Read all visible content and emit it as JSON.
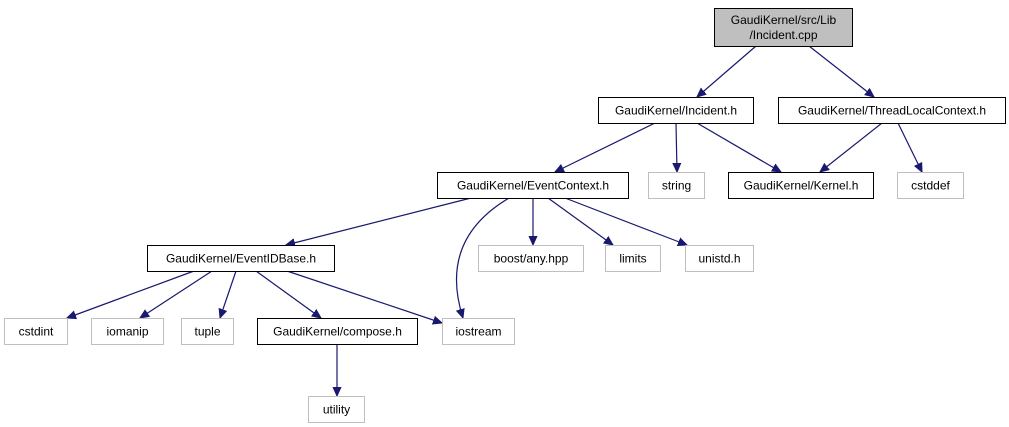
{
  "colors": {
    "edge": "#191970",
    "root_fill": "#bfbfbf",
    "root_stroke": "#000000",
    "documented_stroke": "#000000",
    "external_stroke": "#bfbfbf",
    "node_fill": "#ffffff"
  },
  "nodes": {
    "incident_cpp": {
      "lines": [
        "GaudiKernel/src/Lib",
        "/Incident.cpp"
      ],
      "kind": "root"
    },
    "incident_h": {
      "lines": [
        "GaudiKernel/Incident.h"
      ],
      "kind": "documented"
    },
    "threadlocal_h": {
      "lines": [
        "GaudiKernel/ThreadLocalContext.h"
      ],
      "kind": "documented"
    },
    "eventcontext_h": {
      "lines": [
        "GaudiKernel/EventContext.h"
      ],
      "kind": "documented"
    },
    "string": {
      "lines": [
        "string"
      ],
      "kind": "external"
    },
    "kernel_h": {
      "lines": [
        "GaudiKernel/Kernel.h"
      ],
      "kind": "documented"
    },
    "cstddef": {
      "lines": [
        "cstddef"
      ],
      "kind": "external"
    },
    "eventidbase_h": {
      "lines": [
        "GaudiKernel/EventIDBase.h"
      ],
      "kind": "documented"
    },
    "boost_any": {
      "lines": [
        "boost/any.hpp"
      ],
      "kind": "external"
    },
    "limits": {
      "lines": [
        "limits"
      ],
      "kind": "external"
    },
    "unistd": {
      "lines": [
        "unistd.h"
      ],
      "kind": "external"
    },
    "cstdint": {
      "lines": [
        "cstdint"
      ],
      "kind": "external"
    },
    "iomanip": {
      "lines": [
        "iomanip"
      ],
      "kind": "external"
    },
    "tuple": {
      "lines": [
        "tuple"
      ],
      "kind": "external"
    },
    "compose_h": {
      "lines": [
        "GaudiKernel/compose.h"
      ],
      "kind": "documented"
    },
    "iostream": {
      "lines": [
        "iostream"
      ],
      "kind": "external"
    },
    "utility": {
      "lines": [
        "utility"
      ],
      "kind": "external"
    }
  },
  "edges": [
    [
      "incident_cpp",
      "incident_h"
    ],
    [
      "incident_cpp",
      "threadlocal_h"
    ],
    [
      "incident_h",
      "eventcontext_h"
    ],
    [
      "incident_h",
      "string"
    ],
    [
      "incident_h",
      "kernel_h"
    ],
    [
      "threadlocal_h",
      "kernel_h"
    ],
    [
      "threadlocal_h",
      "cstddef"
    ],
    [
      "eventcontext_h",
      "eventidbase_h"
    ],
    [
      "eventcontext_h",
      "iostream"
    ],
    [
      "eventcontext_h",
      "boost_any"
    ],
    [
      "eventcontext_h",
      "limits"
    ],
    [
      "eventcontext_h",
      "unistd"
    ],
    [
      "eventidbase_h",
      "cstdint"
    ],
    [
      "eventidbase_h",
      "iomanip"
    ],
    [
      "eventidbase_h",
      "tuple"
    ],
    [
      "eventidbase_h",
      "compose_h"
    ],
    [
      "eventidbase_h",
      "iostream"
    ],
    [
      "compose_h",
      "utility"
    ]
  ]
}
